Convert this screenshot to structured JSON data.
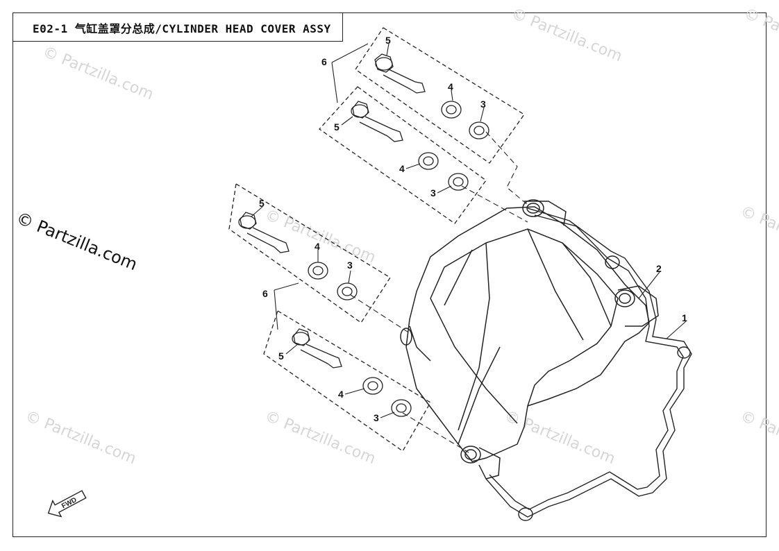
{
  "header": {
    "title": "E02-1 气缸盖罩分总成/CYLINDER HEAD COVER ASSY"
  },
  "copyright": "© Partzilla.com",
  "watermark": "© Partzilla.com",
  "callouts": {
    "c1": "1",
    "c2": "2",
    "c3a": "3",
    "c3b": "3",
    "c3c": "3",
    "c3d": "3",
    "c4a": "4",
    "c4b": "4",
    "c4c": "4",
    "c4d": "4",
    "c5a": "5",
    "c5b": "5",
    "c5c": "5",
    "c5d": "5",
    "c6a": "6",
    "c6b": "6"
  },
  "fwd_label": "FWD",
  "colors": {
    "line": "#222222",
    "watermark": "#d6d6d6"
  }
}
